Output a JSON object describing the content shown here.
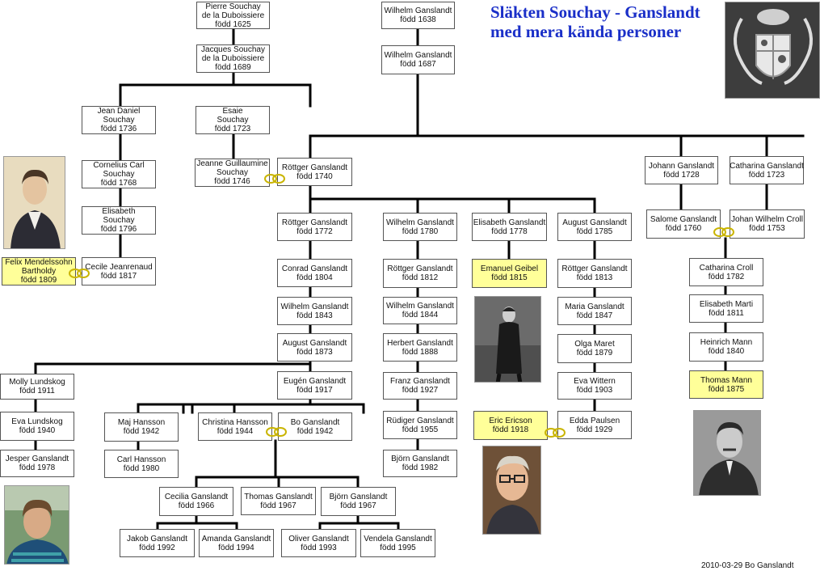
{
  "title": [
    "Släkten Souchay - Ganslandt",
    "med mera kända personer"
  ],
  "footer": "2010-03-29 Bo Ganslandt",
  "colors": {
    "line": "#000000",
    "highlight": "#ffff99",
    "title": "#1a2fc8",
    "ring": "#c9b400"
  },
  "people": [
    {
      "id": "pierre",
      "lines": [
        "Pierre Souchay",
        "de la Duboissiere",
        "född 1625"
      ]
    },
    {
      "id": "jacques",
      "lines": [
        "Jacques  Souchay",
        "de la Duboissiere",
        "född 1689"
      ]
    },
    {
      "id": "wilhelm1638",
      "lines": [
        "Wilhelm Ganslandt",
        "född 1638"
      ]
    },
    {
      "id": "wilhelm1687",
      "lines": [
        "Wilhelm Ganslandt",
        "född 1687"
      ]
    },
    {
      "id": "jeandaniel",
      "lines": [
        "Jean Daniel",
        "Souchay",
        "född 1736"
      ]
    },
    {
      "id": "esaie",
      "lines": [
        "Esaie",
        "Souchay",
        "född 1723"
      ]
    },
    {
      "id": "cornelius",
      "lines": [
        "Cornelius Carl",
        "Souchay",
        "född 1768"
      ]
    },
    {
      "id": "jeanne",
      "lines": [
        "Jeanne Guillaumine",
        "Souchay",
        "född 1746"
      ]
    },
    {
      "id": "rottger1740",
      "lines": [
        "Röttger Ganslandt",
        "född 1740"
      ]
    },
    {
      "id": "johann",
      "lines": [
        "Johann Ganslandt",
        "född 1728"
      ]
    },
    {
      "id": "catharinaG",
      "lines": [
        "Catharina Ganslandt",
        "född 1723"
      ]
    },
    {
      "id": "elisabethS",
      "lines": [
        "Elisabeth",
        "Souchay",
        "född 1796"
      ]
    },
    {
      "id": "felix",
      "lines": [
        "Felix Mendelssohn",
        "Bartholdy",
        "född 1809"
      ],
      "highlight": true
    },
    {
      "id": "cecile",
      "lines": [
        "Cecile Jeanrenaud",
        "född 1817"
      ]
    },
    {
      "id": "rottger1772",
      "lines": [
        "Röttger Ganslandt",
        "född 1772"
      ]
    },
    {
      "id": "wilhelm1780",
      "lines": [
        "Wilhelm Ganslandt",
        "född 1780"
      ]
    },
    {
      "id": "elisabeth1778",
      "lines": [
        "Elisabeth Ganslandt",
        "född 1778"
      ]
    },
    {
      "id": "august1785",
      "lines": [
        "August Ganslandt",
        "född 1785"
      ]
    },
    {
      "id": "salome",
      "lines": [
        "Salome Ganslandt",
        "född 1760"
      ]
    },
    {
      "id": "johanwilhelm",
      "lines": [
        "Johan Wilhelm Croll",
        "född 1753"
      ]
    },
    {
      "id": "conrad",
      "lines": [
        "Conrad Ganslandt",
        "född 1804"
      ]
    },
    {
      "id": "rottger1812",
      "lines": [
        "Röttger Ganslandt",
        "född 1812"
      ]
    },
    {
      "id": "emanuel",
      "lines": [
        "Emanuel Geibel",
        "född 1815"
      ],
      "highlight": true
    },
    {
      "id": "rottger1813",
      "lines": [
        "Röttger Ganslandt",
        "född 1813"
      ]
    },
    {
      "id": "catharinaC",
      "lines": [
        "Catharina Croll",
        "född 1782"
      ]
    },
    {
      "id": "wilhelm1843",
      "lines": [
        "Wilhelm Ganslandt",
        "född 1843"
      ]
    },
    {
      "id": "wilhelm1844",
      "lines": [
        "Wilhelm Ganslandt",
        "född 1844"
      ]
    },
    {
      "id": "maria",
      "lines": [
        "Maria Ganslandt",
        "född 1847"
      ]
    },
    {
      "id": "elisabethM",
      "lines": [
        "Elisabeth Marti",
        "född 1811"
      ]
    },
    {
      "id": "august1873",
      "lines": [
        "August Ganslandt",
        "född 1873"
      ]
    },
    {
      "id": "herbert",
      "lines": [
        "Herbert Ganslandt",
        "född 1888"
      ]
    },
    {
      "id": "olga",
      "lines": [
        "Olga Maret",
        "född 1879"
      ]
    },
    {
      "id": "heinrich",
      "lines": [
        "Heinrich Mann",
        "född 1840"
      ]
    },
    {
      "id": "molly",
      "lines": [
        "Molly Lundskog",
        "född 1911"
      ]
    },
    {
      "id": "eugen",
      "lines": [
        "Eugén Ganslandt",
        "född 1917"
      ]
    },
    {
      "id": "franz",
      "lines": [
        "Franz Ganslandt",
        "född 1927"
      ]
    },
    {
      "id": "eva1903",
      "lines": [
        "Eva Wittern",
        "född 1903"
      ]
    },
    {
      "id": "thomasMann",
      "lines": [
        "Thomas Mann",
        "född 1875"
      ],
      "highlight": true
    },
    {
      "id": "evaL",
      "lines": [
        "Eva Lundskog",
        "född 1940"
      ]
    },
    {
      "id": "maj",
      "lines": [
        "Maj Hansson",
        "född 1942"
      ]
    },
    {
      "id": "christina",
      "lines": [
        "Christina Hansson",
        "född 1944"
      ]
    },
    {
      "id": "bo",
      "lines": [
        "Bo Ganslandt",
        "född 1942"
      ]
    },
    {
      "id": "rudiger",
      "lines": [
        "Rüdiger Ganslandt",
        "född 1955"
      ]
    },
    {
      "id": "eric",
      "lines": [
        "Eric Ericson",
        "född 1918"
      ],
      "highlight": true
    },
    {
      "id": "edda",
      "lines": [
        "Edda Paulsen",
        "född 1929"
      ]
    },
    {
      "id": "jesper",
      "lines": [
        "Jesper Ganslandt",
        "född 1978"
      ]
    },
    {
      "id": "carl",
      "lines": [
        "Carl Hansson",
        "född 1980"
      ]
    },
    {
      "id": "bjorn1982",
      "lines": [
        "Björn Ganslandt",
        "född 1982"
      ]
    },
    {
      "id": "cecilia",
      "lines": [
        "Cecilia Ganslandt",
        "född 1966"
      ]
    },
    {
      "id": "thomasG",
      "lines": [
        "Thomas Ganslandt",
        "född 1967"
      ]
    },
    {
      "id": "bjorn1967",
      "lines": [
        "Björn Ganslandt",
        "född 1967"
      ]
    },
    {
      "id": "jakob",
      "lines": [
        "Jakob Ganslandt",
        "född 1992"
      ]
    },
    {
      "id": "amanda",
      "lines": [
        "Amanda Ganslandt",
        "född 1994"
      ]
    },
    {
      "id": "oliver",
      "lines": [
        "Oliver Ganslandt",
        "född 1993"
      ]
    },
    {
      "id": "vendela",
      "lines": [
        "Vendela Ganslandt",
        "född 1995"
      ]
    }
  ],
  "marriages": [
    [
      "jeanne",
      "rottger1740"
    ],
    [
      "felix",
      "cecile"
    ],
    [
      "salome",
      "johanwilhelm"
    ],
    [
      "christina",
      "bo"
    ],
    [
      "eric",
      "edda"
    ]
  ],
  "photos": [
    {
      "id": "coat-of-arms",
      "kind": "coat-of-arms"
    },
    {
      "id": "felix-portrait",
      "kind": "portrait"
    },
    {
      "id": "geibel-portrait",
      "kind": "portrait"
    },
    {
      "id": "ericson-portrait",
      "kind": "portrait"
    },
    {
      "id": "mann-portrait",
      "kind": "portrait"
    },
    {
      "id": "jesper-portrait",
      "kind": "portrait"
    }
  ]
}
